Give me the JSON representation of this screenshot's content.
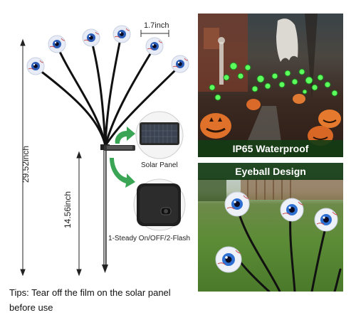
{
  "dimensions": {
    "total_height": "29.52inch",
    "stake_height": "14.56inch",
    "eye_diameter": "1.7inch"
  },
  "parts": {
    "solar_panel_label": "Solar Panel",
    "switch_label": "1-Steady On/OFF/2-Flash"
  },
  "photos": {
    "top_caption": "IP65 Waterproof",
    "bottom_caption": "Eyeball Design"
  },
  "tips": {
    "line1": "Tips: Tear off the film on the solar panel",
    "line2": "before use"
  },
  "colors": {
    "banner_bg": "#1f4a1f",
    "arrow_green": "#3aa655",
    "glow_green": "#5cff5c"
  }
}
